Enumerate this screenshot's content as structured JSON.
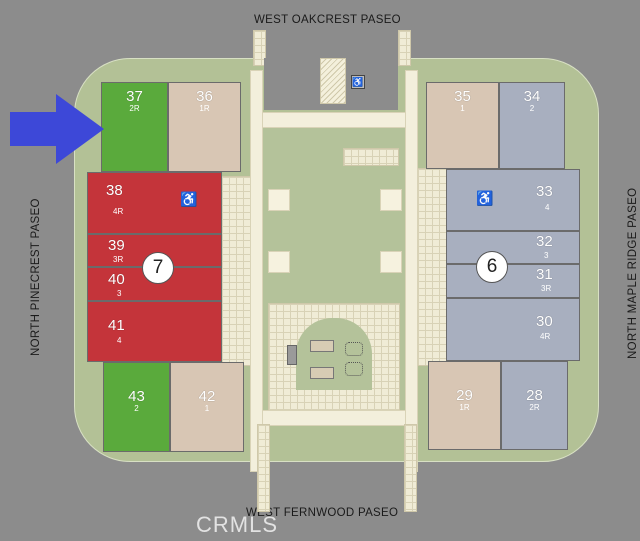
{
  "streets": {
    "north": "WEST OAKCREST PASEO",
    "south": "WEST FERNWOOD PASEO",
    "west": "NORTH PINECREST PASEO",
    "east": "NORTH MAPLE RIDGE PASEO"
  },
  "buildings": [
    {
      "label": "7"
    },
    {
      "label": "6"
    }
  ],
  "units": [
    {
      "num": "37",
      "type": "2R"
    },
    {
      "num": "36",
      "type": "1R"
    },
    {
      "num": "38",
      "type": "4R"
    },
    {
      "num": "39",
      "type": "3R"
    },
    {
      "num": "40",
      "type": "3"
    },
    {
      "num": "41",
      "type": "4"
    },
    {
      "num": "43",
      "type": "2"
    },
    {
      "num": "42",
      "type": "1"
    },
    {
      "num": "35",
      "type": "1"
    },
    {
      "num": "34",
      "type": "2"
    },
    {
      "num": "33",
      "type": "4"
    },
    {
      "num": "32",
      "type": "3"
    },
    {
      "num": "31",
      "type": "3R"
    },
    {
      "num": "30",
      "type": "4R"
    },
    {
      "num": "29",
      "type": "1R"
    },
    {
      "num": "28",
      "type": "2R"
    }
  ],
  "watermark": "CRMLS",
  "colors": {
    "highlight_arrow": "#3d48d8",
    "building7_red": "#c4343a",
    "green_unit": "#5aaa3c",
    "tan_unit": "#d8c6b4",
    "blue_unit": "#a8afbf"
  }
}
